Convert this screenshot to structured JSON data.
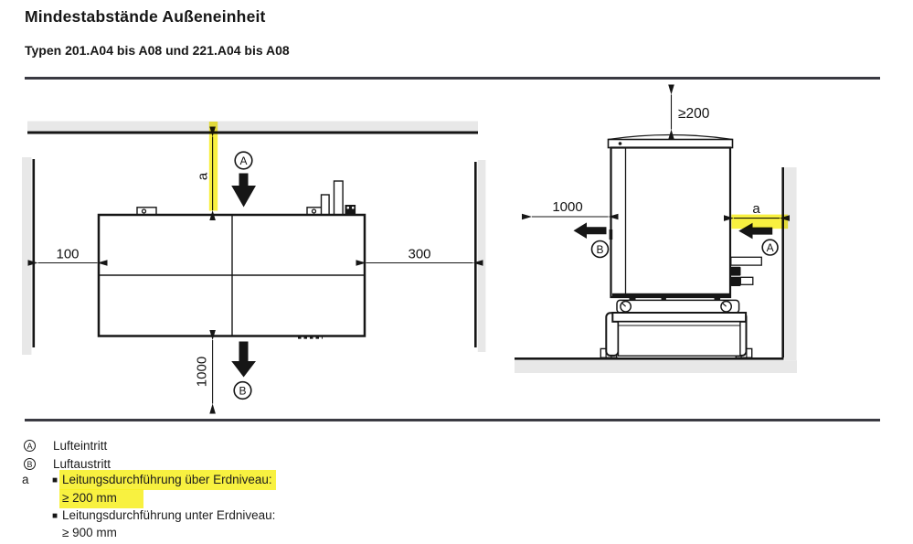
{
  "header": {
    "title": "Mindestabstände Außeneinheit",
    "subtitle": "Typen 201.A04 bis A08 und 221.A04 bis A08"
  },
  "diagram_left": {
    "view": "top-view-outdoor-unit",
    "dim_wall_clearance_label": "a",
    "dim_left": "100",
    "dim_right": "300",
    "dim_bottom": "1000",
    "air_inlet_symbol": "A",
    "air_outlet_symbol": "B"
  },
  "diagram_right": {
    "view": "side-view-outdoor-unit",
    "dim_top": "≥200",
    "dim_left": "1000",
    "dim_wall_clearance_label": "a",
    "air_inlet_symbol": "A",
    "air_outlet_symbol": "B"
  },
  "legend": {
    "entries": [
      {
        "symbol": "A",
        "label": "Lufteintritt"
      },
      {
        "symbol": "B",
        "label": "Luftaustritt"
      }
    ],
    "item_key": "a",
    "bullet": "■",
    "items": [
      {
        "label": "Leitungsdurchführung über Erdniveau:",
        "value": "≥ 200 mm",
        "highlighted": true
      },
      {
        "label": "Leitungsdurchführung unter Erdniveau:",
        "value": "≥ 900 mm",
        "highlighted": false
      }
    ]
  },
  "colors": {
    "highlight_yellow": "#f7ee1e",
    "wall_gray": "#e8e8e8",
    "line_ink": "#161616",
    "divider": "#3a3a42"
  }
}
